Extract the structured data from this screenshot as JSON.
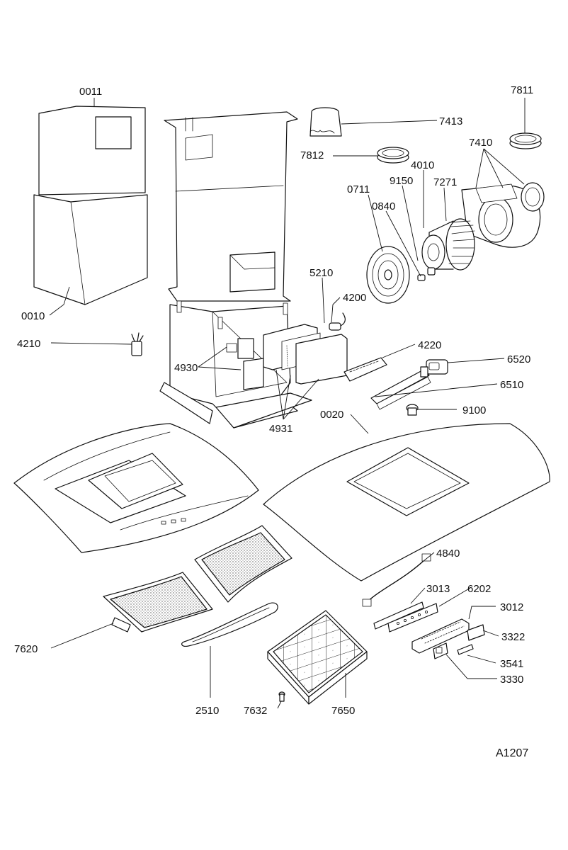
{
  "callouts": {
    "c0011": "0011",
    "c0010": "0010",
    "c4210": "4210",
    "c7811": "7811",
    "c7413": "7413",
    "c7812": "7812",
    "c7410": "7410",
    "c4010": "4010",
    "c0711": "0711",
    "c9150": "9150",
    "c7271": "7271",
    "c0840": "0840",
    "c5210": "5210",
    "c4200": "4200",
    "c4220": "4220",
    "c6520": "6520",
    "c4930": "4930",
    "c6510": "6510",
    "c9100": "9100",
    "c4931": "4931",
    "c0020": "0020",
    "c4840": "4840",
    "c3013": "3013",
    "c6202": "6202",
    "c3012": "3012",
    "c3322": "3322",
    "c7620": "7620",
    "c3541": "3541",
    "c3330": "3330",
    "c2510": "2510",
    "c7632": "7632",
    "c7650": "7650"
  },
  "drawing_reference": "A1207"
}
